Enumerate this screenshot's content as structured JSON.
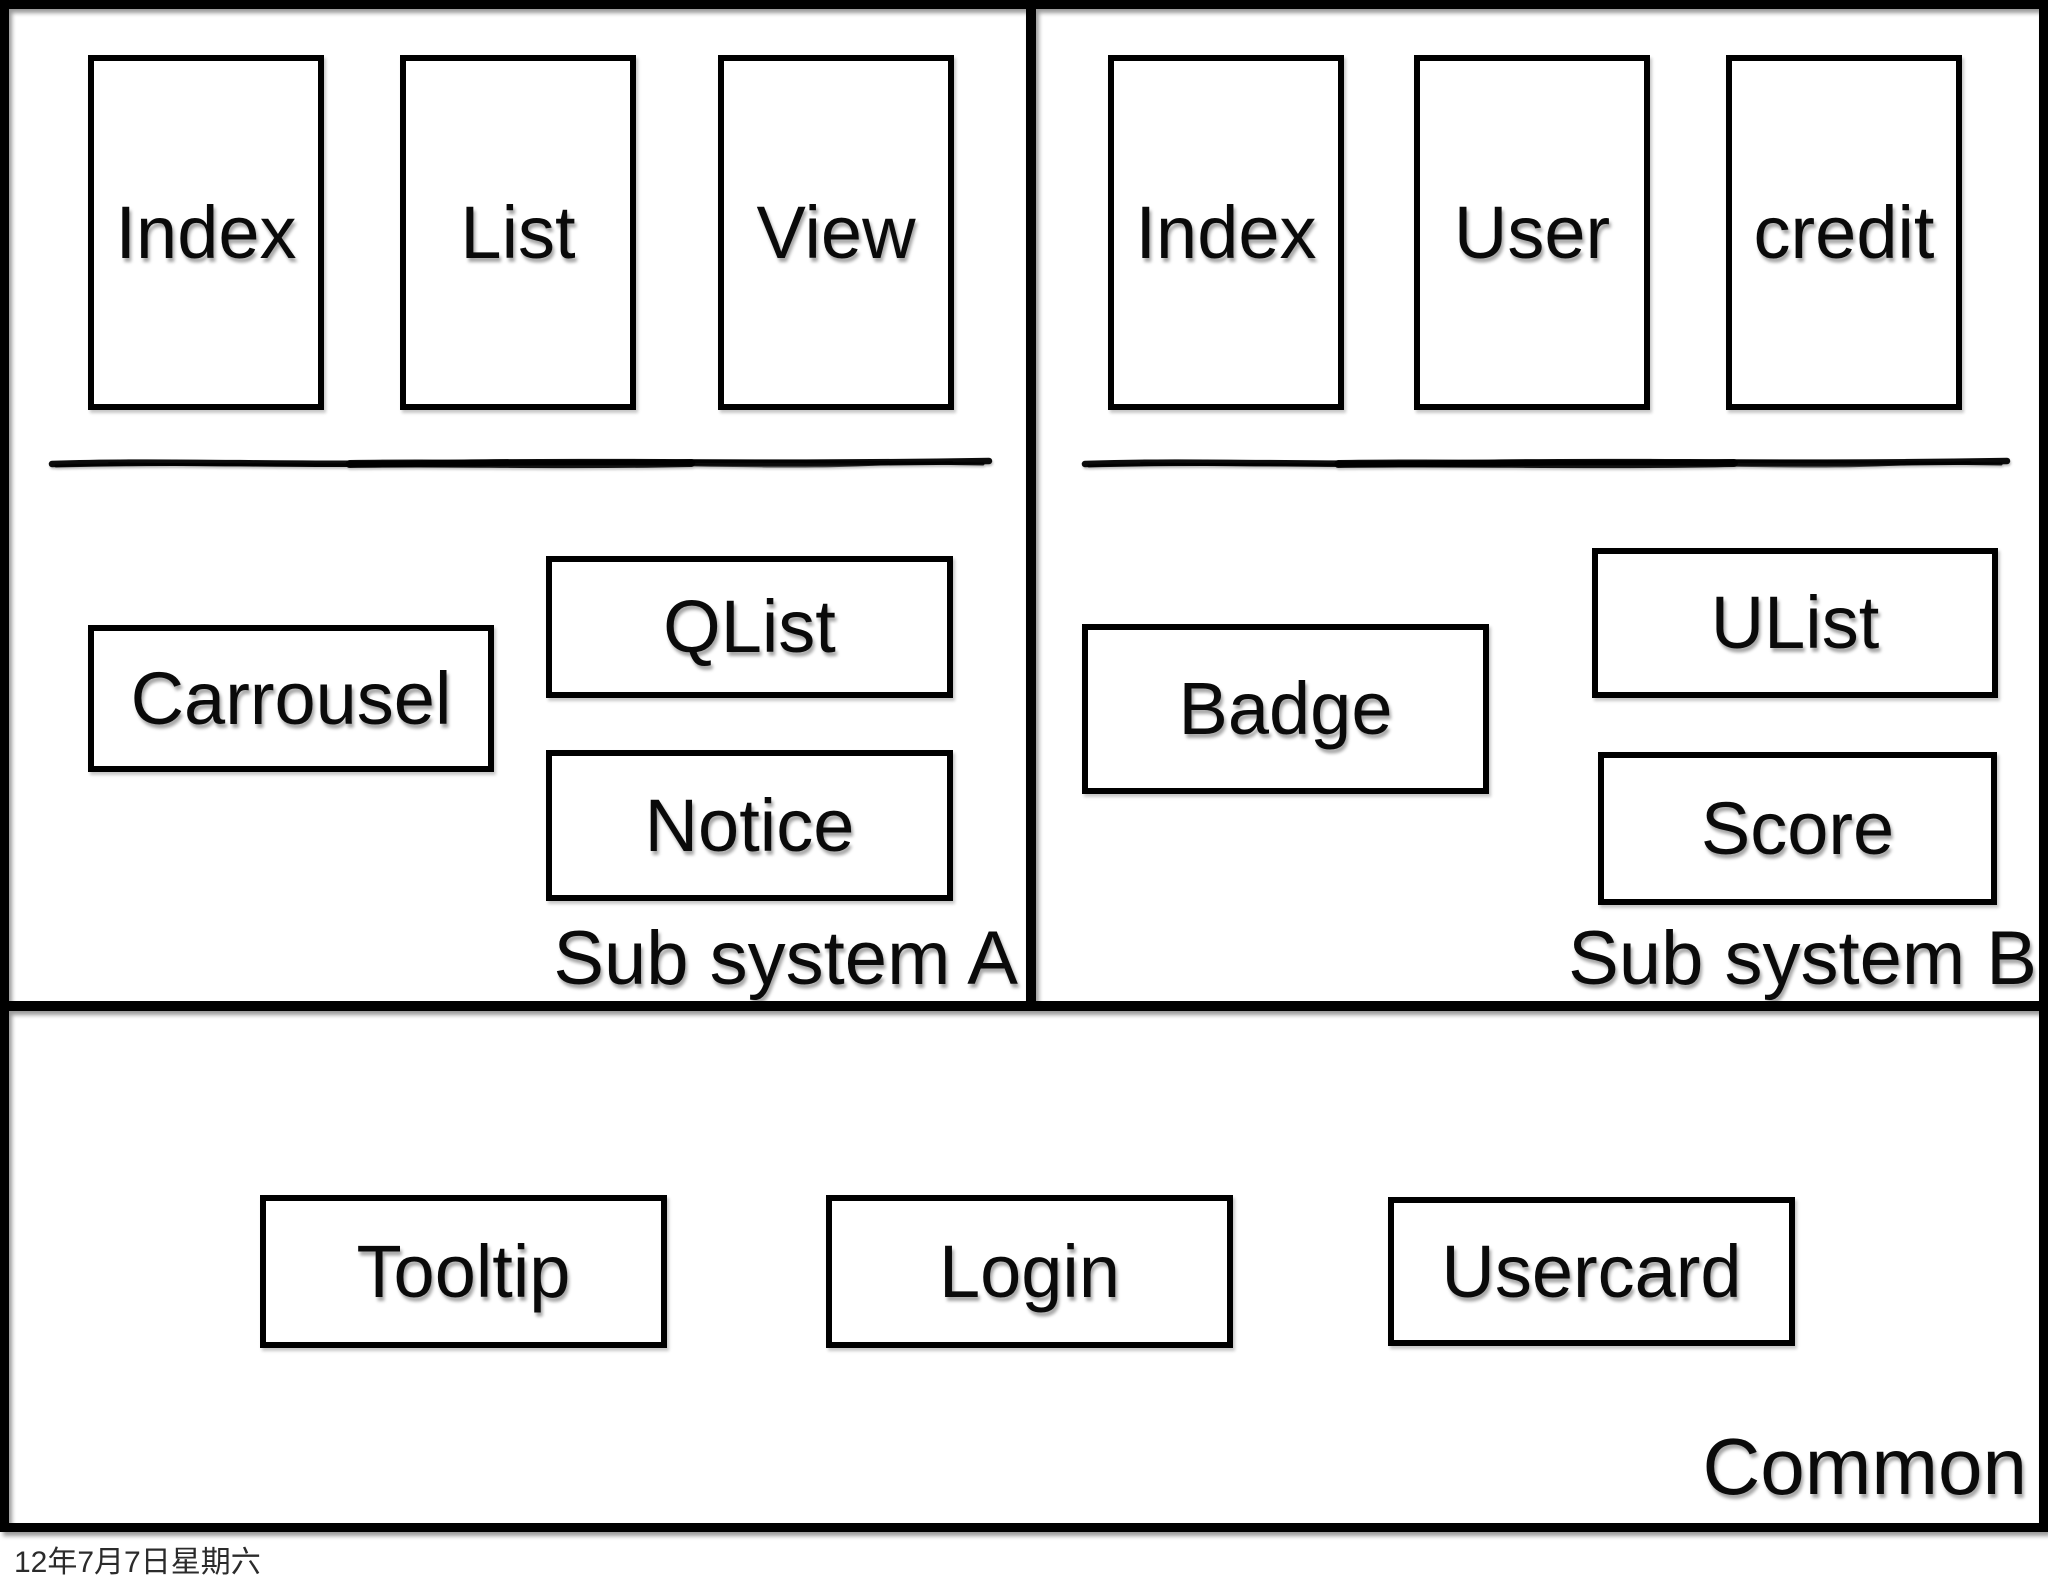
{
  "date_label": "12年7月7日星期六",
  "subsystem_a": {
    "label": "Sub system A",
    "pages": {
      "index": "Index",
      "list": "List",
      "view": "View"
    },
    "components": {
      "carrousel": "Carrousel",
      "qlist": "QList",
      "notice": "Notice"
    }
  },
  "subsystem_b": {
    "label": "Sub system B",
    "pages": {
      "index": "Index",
      "user": "User",
      "credit": "credit"
    },
    "components": {
      "badge": "Badge",
      "ulist": "UList",
      "score": "Score"
    }
  },
  "common": {
    "label": "Common",
    "components": {
      "tooltip": "Tooltip",
      "login": "Login",
      "usercard": "Usercard"
    }
  },
  "colors": {
    "line": "#000000",
    "background": "#ffffff",
    "text": "#0a0a0a",
    "date_text": "#2b2b2b"
  }
}
